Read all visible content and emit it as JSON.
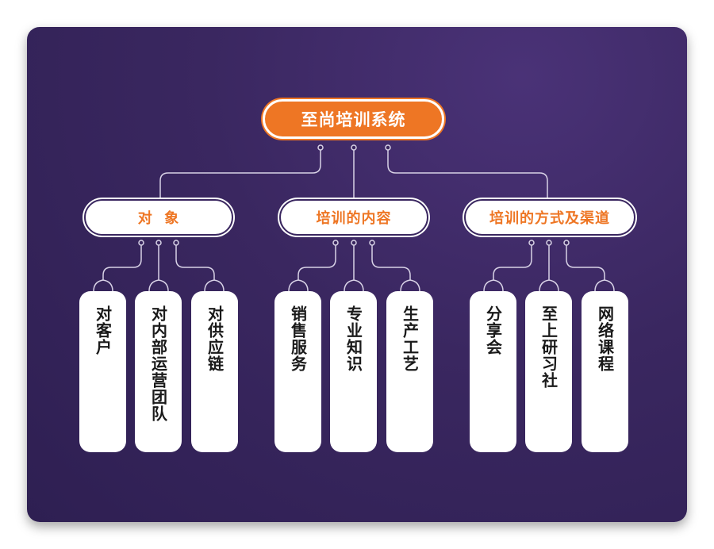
{
  "root": {
    "label": "至尚培训系统"
  },
  "categories": [
    {
      "label": "对  象",
      "children": [
        "对客户",
        "对内部运营团队",
        "对供应链"
      ]
    },
    {
      "label": "培训的内容",
      "children": [
        "销售服务",
        "专业知识",
        "生产工艺"
      ]
    },
    {
      "label": "培训的方式及渠道",
      "children": [
        "分享会",
        "至上研习社",
        "网络课程"
      ]
    }
  ],
  "colors": {
    "background": "#3a2760",
    "accent": "#ee7624",
    "box": "#ffffff",
    "line": "#d8d2e6"
  }
}
